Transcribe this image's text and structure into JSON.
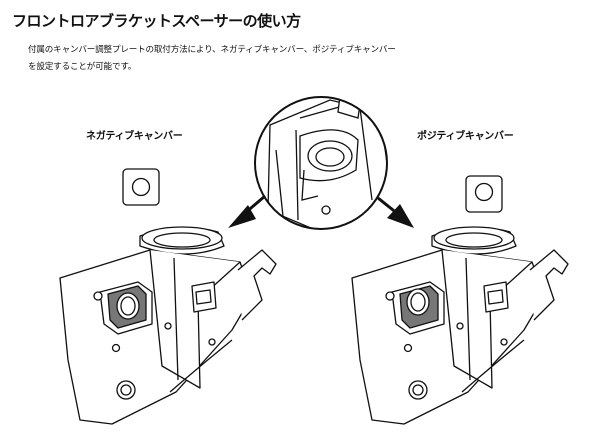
{
  "header": {
    "title": "フロントロアブラケットスペーサーの使い方"
  },
  "description": {
    "line1": "付属のキャンバー調整プレートの取付方法により、ネガティブキャンバー、ポジティブキャンバー",
    "line2": "を設定することが可能です。"
  },
  "labels": {
    "negative": "ネガティブキャンバー",
    "positive": "ポジティブキャンバー"
  },
  "colors": {
    "line": "#111111",
    "plate_fill": "#777777",
    "hole_fill": "#ffffff"
  }
}
